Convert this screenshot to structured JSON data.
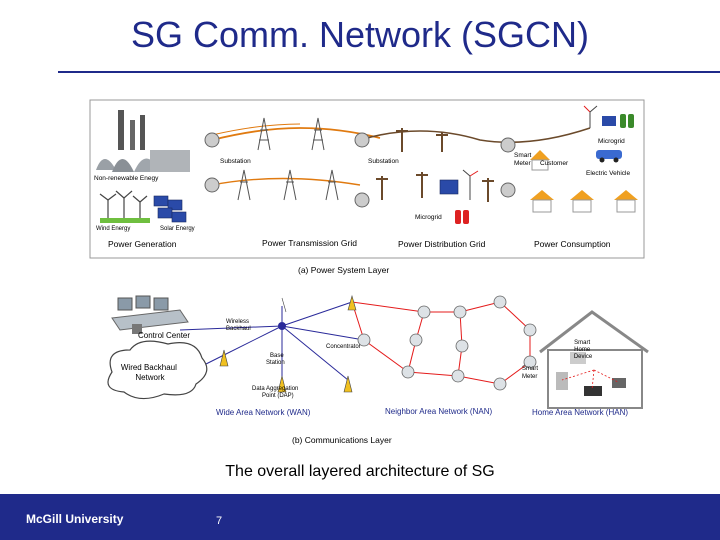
{
  "slide": {
    "title": "SG Comm. Network (SGCN)",
    "caption": "The overall layered architecture of SG",
    "footer_org": "McGill University",
    "page_number": "7",
    "accent_color": "#1f2a8a"
  },
  "power_layer": {
    "caption": "(a) Power System Layer",
    "labels": {
      "microgrid_top": "Microgrid",
      "substation_1": "Substation",
      "substation_2": "Substation",
      "smart_meter": "Smart\nMeter",
      "customer": "Customer",
      "non_renewable": "Non-renewable Enegy",
      "electric_vehicle": "Electric Vehicle",
      "microgrid_bottom": "Microgrid",
      "wind_energy": "Wind Energy",
      "solar_energy": "Solar Energy"
    },
    "sections": {
      "generation": "Power Generation",
      "transmission": "Power Transmission Grid",
      "distribution": "Power Distribution Grid",
      "consumption": "Power Consumption"
    }
  },
  "comm_layer": {
    "caption": "(b) Communications Layer",
    "labels": {
      "control_center": "Control Center",
      "wireless_backhaul": "Wireless\nBackhaul",
      "concentrator": "Concentrator",
      "base_station": "Base\nStation",
      "wired_backhaul": "Wired Backhaul\nNetwork",
      "smart_meter": "Smart\nMeter",
      "smart_home_device": "Smart\nHome\nDevice",
      "dap": "Data Aggregation\nPoint (DAP)",
      "wan": "Wide Area Network (WAN)",
      "nan": "Neighbor Area  Network (NAN)",
      "han": "Home Area Network (HAN)"
    }
  },
  "colors": {
    "wan_text": "#1f2a8a",
    "nan_text": "#1f2a8a",
    "han_text": "#1f2a8a",
    "link_red": "#e41b1b",
    "link_blue": "#2a2a9a",
    "link_orange": "#e07a10",
    "pole_brown": "#6b4a2b",
    "house_orange": "#f0a020"
  }
}
